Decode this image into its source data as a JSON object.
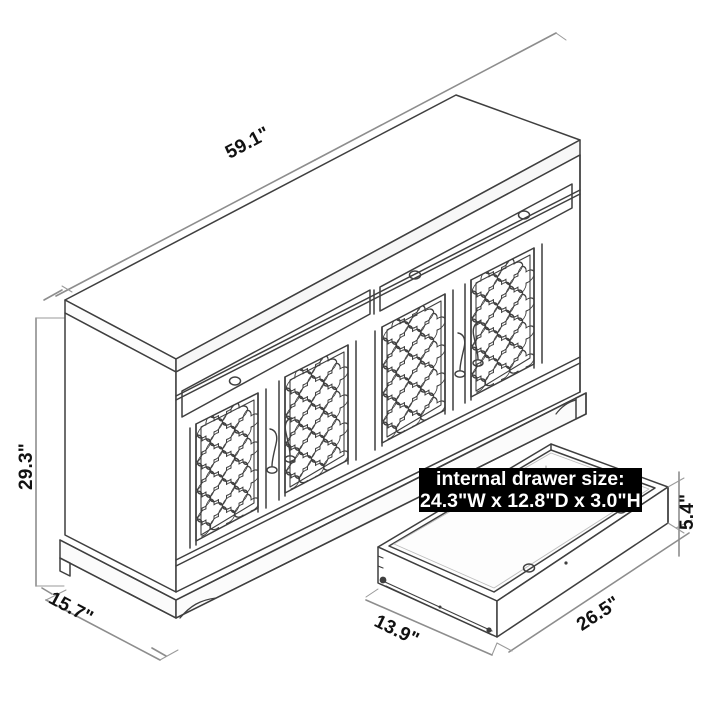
{
  "diagram": {
    "type": "furniture-dimension-drawing",
    "subject": "sideboard-buffet-cabinet-with-fretwork-doors",
    "background_color": "#ffffff",
    "line_color": "#3f3f3f",
    "dimension_line_color": "#808080",
    "text_color": "#111111"
  },
  "cabinet": {
    "width_label": "59.1\"",
    "height_label": "29.3\"",
    "depth_label": "15.7\"",
    "door_count": 4,
    "drawer_count": 2,
    "knob_count": 2
  },
  "drawer": {
    "callout_line1": "internal drawer size:",
    "callout_line2": "24.3\"W x 12.8\"D x 3.0\"H",
    "width_label": "26.5\"",
    "depth_label": "13.9\"",
    "height_label": "5.4\""
  }
}
